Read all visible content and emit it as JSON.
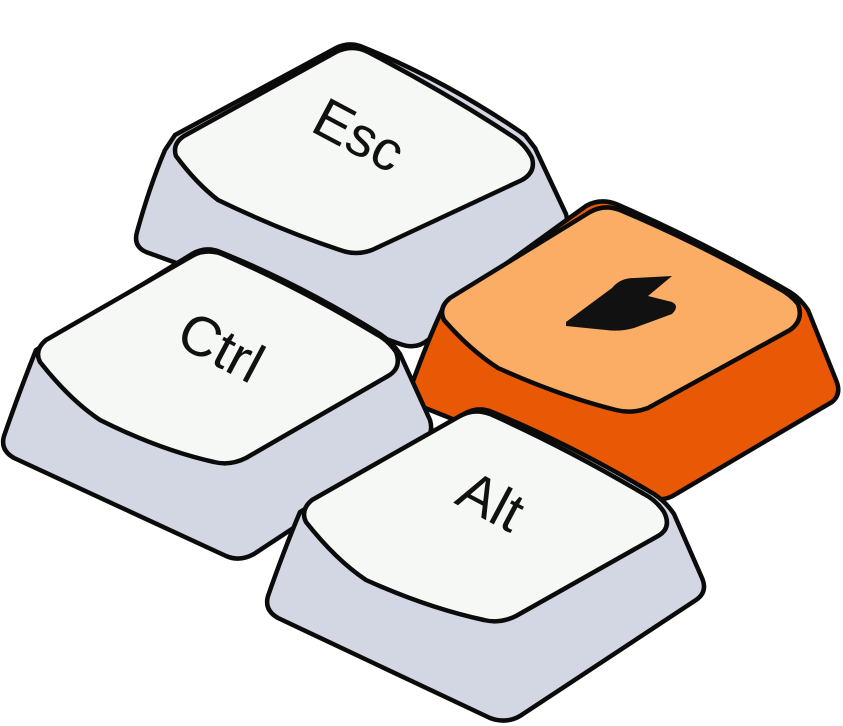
{
  "keys": {
    "esc": {
      "label": "Esc"
    },
    "ctrl": {
      "label": "Ctrl"
    },
    "alt": {
      "label": "Alt"
    },
    "action": {
      "icon": "lightning-bolt-icon"
    }
  },
  "colors": {
    "background": "#ffffff",
    "keycap_top": "#f6f8f5",
    "keycap_side": "#d3d7e3",
    "accent_top": "#fbad66",
    "accent_side": "#e95805",
    "outline": "#0b0b0b"
  }
}
